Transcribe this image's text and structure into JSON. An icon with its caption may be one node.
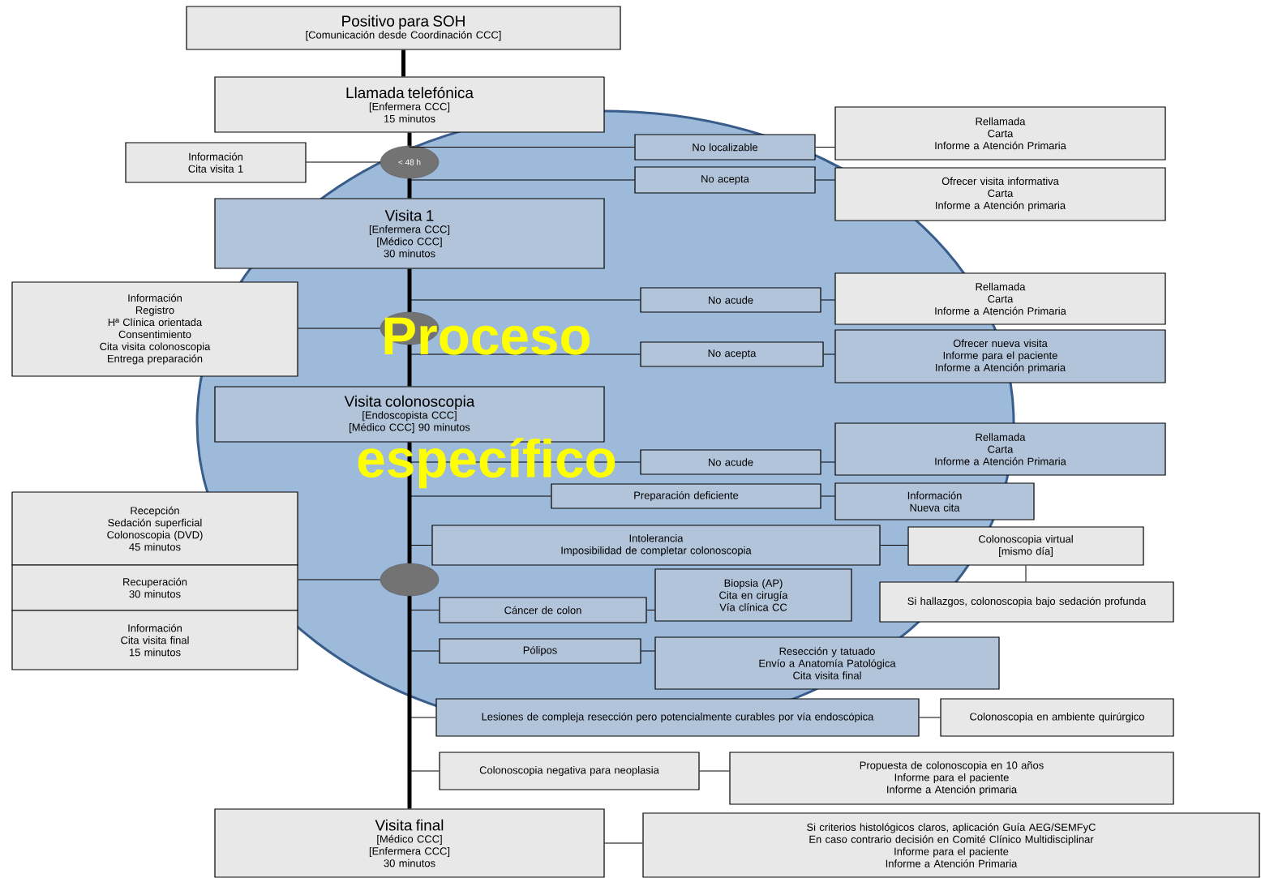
{
  "diagram": {
    "nodes": [
      {
        "text": [
          "Positivo para SOH",
          "[Comunicación desde Coordinación CCC]"
        ]
      },
      {
        "text": [
          "Llamada telefónica",
          "[Enfermera CCC]",
          "15 minutos"
        ]
      },
      {
        "text": [
          "< 48 h"
        ]
      },
      {
        "text": [
          "Información",
          "Cita visita 1"
        ]
      },
      {
        "text": [
          "No localizable"
        ]
      },
      {
        "text": [
          "Rellamada",
          "Carta",
          "Informe a Atención Primaria"
        ]
      },
      {
        "text": [
          "No acepta"
        ]
      },
      {
        "text": [
          "Ofrecer visita informativa",
          "Carta",
          "Informe a Atención primaria"
        ]
      },
      {
        "text": [
          "Visita 1",
          "[Enfermera CCC]",
          "[Médico CCC]",
          "30 minutos"
        ]
      },
      {
        "text": [],
        "shape": "circle"
      },
      {
        "text": [
          "Información",
          "Registro",
          "Hª Clínica orientada",
          "Consentimiento",
          "Cita visita colonoscopia",
          "Entrega preparación"
        ]
      },
      {
        "text": [
          "No acude"
        ]
      },
      {
        "text": [
          "Rellamada",
          "Carta",
          "Informe a Atención Primaria"
        ]
      },
      {
        "text": [
          "No acepta"
        ]
      },
      {
        "text": [
          "Ofrecer nueva visita",
          "Informe para el paciente",
          "Informe a Atención primaria"
        ]
      },
      {
        "text": [
          "Visita colonoscopia",
          "[Endoscopista CCC]",
          "[Médico CCC] 90 minutos"
        ]
      },
      {
        "text": [],
        "shape": "circle"
      },
      {
        "text": [
          "Recepción",
          "Sedación superficial",
          "Colonoscopia (DVD)",
          "45 minutos"
        ]
      },
      {
        "text": [
          "Recuperación",
          "30 minutos"
        ]
      },
      {
        "text": [
          "Información",
          "Cita visita final",
          "15 minutos"
        ]
      },
      {
        "text": [
          "No acude"
        ]
      },
      {
        "text": [
          "Rellamada",
          "Carta",
          "Informe a Atención Primaria"
        ]
      },
      {
        "text": [
          "Preparación deficiente"
        ]
      },
      {
        "text": [
          "Información",
          "Nueva cita"
        ]
      },
      {
        "text": [
          "Intolerancia",
          "Imposibilidad de completar colonoscopia"
        ]
      },
      {
        "text": [
          "Colonoscopia virtual",
          "[mismo día]"
        ]
      },
      {
        "text": [
          "Si hallazgos, colonoscopia bajo sedación profunda"
        ]
      },
      {
        "text": [
          "Cáncer de colon"
        ]
      },
      {
        "text": [
          "Biopsia (AP)",
          "Cita en cirugía",
          "Vía clínica CC"
        ]
      },
      {
        "text": [
          "Pólipos"
        ]
      },
      {
        "text": [
          "Resección y tatuado",
          "Envío a Anatomía Patológica",
          "Cita visita final"
        ]
      },
      {
        "text": [
          "Lesiones de compleja resección pero potencialmente curables por vía endoscópica"
        ]
      },
      {
        "text": [
          "Colonoscopia en ambiente quirúrgico"
        ]
      },
      {
        "text": [
          "Colonoscopia negativa para neoplasia"
        ]
      },
      {
        "text": [
          "Propuesta de colonoscopia en 10 años",
          "Informe para el paciente",
          "Informe a Atención primaria"
        ]
      },
      {
        "text": [
          "Visita final",
          "[Médico CCC]",
          "[Enfermera CCC]",
          "30 minutos"
        ]
      },
      {
        "text": [
          "Si criterios histológicos claros, aplicación Guía AEG/SEMFyC",
          "En caso contrario decisión en Comité Clínico Multidisciplinar",
          "Informe para el paciente",
          "Informe a Atención Primaria"
        ]
      }
    ],
    "labels": [
      "Proceso específico"
    ],
    "edges": [
      {
        "from": 0,
        "to": 1,
        "arrow": "none",
        "style": "thick"
      },
      {
        "from": 1,
        "to": 2,
        "arrow": "none",
        "style": "thick"
      },
      {
        "from": 2,
        "to": 8,
        "arrow": "none",
        "style": "thick"
      },
      {
        "from": 8,
        "to": 9,
        "arrow": "none",
        "style": "thick"
      },
      {
        "from": 9,
        "to": 15,
        "arrow": "none",
        "style": "thick"
      },
      {
        "from": 15,
        "to": 16,
        "arrow": "none",
        "style": "thick"
      },
      {
        "from": 16,
        "to": 35,
        "arrow": "none",
        "style": "thick"
      },
      {
        "from": 2,
        "to": 3,
        "arrow": "none"
      },
      {
        "from": 2,
        "to": 4,
        "arrow": "none"
      },
      {
        "from": 2,
        "to": 6,
        "arrow": "none"
      },
      {
        "from": 4,
        "to": 5,
        "arrow": "none"
      },
      {
        "from": 6,
        "to": 7,
        "arrow": "none"
      },
      {
        "from": 9,
        "to": 10,
        "arrow": "none"
      },
      {
        "from": 9,
        "to": 11,
        "arrow": "none"
      },
      {
        "from": 9,
        "to": 13,
        "arrow": "none"
      },
      {
        "from": 11,
        "to": 12,
        "arrow": "none"
      },
      {
        "from": 13,
        "to": 14,
        "arrow": "none"
      },
      {
        "from": 16,
        "to": 18,
        "arrow": "none"
      },
      {
        "from": 16,
        "to": 20,
        "arrow": "none"
      },
      {
        "from": 16,
        "to": 22,
        "arrow": "none"
      },
      {
        "from": 16,
        "to": 24,
        "arrow": "none"
      },
      {
        "from": 16,
        "to": 27,
        "arrow": "none"
      },
      {
        "from": 16,
        "to": 29,
        "arrow": "none"
      },
      {
        "from": 16,
        "to": 31,
        "arrow": "none"
      },
      {
        "from": 16,
        "to": 33,
        "arrow": "none"
      },
      {
        "from": 20,
        "to": 21,
        "arrow": "none"
      },
      {
        "from": 22,
        "to": 23,
        "arrow": "none"
      },
      {
        "from": 24,
        "to": 25,
        "arrow": "none"
      },
      {
        "from": 25,
        "to": 26,
        "arrow": "none"
      },
      {
        "from": 27,
        "to": 28,
        "arrow": "none"
      },
      {
        "from": 29,
        "to": 30,
        "arrow": "none"
      },
      {
        "from": 31,
        "to": 32,
        "arrow": "none"
      },
      {
        "from": 33,
        "to": 34,
        "arrow": "none"
      },
      {
        "from": 35,
        "to": 36,
        "arrow": "none"
      }
    ]
  }
}
